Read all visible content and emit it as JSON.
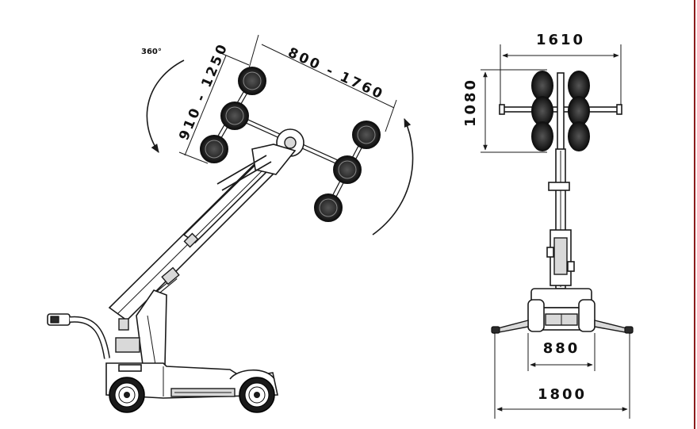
{
  "labels": {
    "rotation": "360°",
    "vertical_reach": "910 - 1250",
    "horizontal_reach": "800 - 1760",
    "front_width": "1610",
    "front_height": "1080",
    "wheel_track": "880",
    "outrigger_span": "1800"
  },
  "colors": {
    "line": "#1a1a1a",
    "accent_border": "#8b1e1e",
    "background": "#ffffff"
  }
}
